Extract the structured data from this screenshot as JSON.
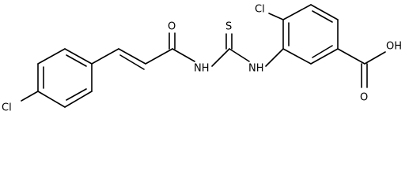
{
  "figure": {
    "type": "chemical-structure",
    "atom_labels": {
      "cl_top": "Cl",
      "carbonyl_o": "O",
      "thio_s": "S",
      "amide_nh": "NH",
      "thio_nh": "NH",
      "cl_left": "Cl",
      "acid_o": "O",
      "acid_oh": "OH"
    },
    "colors": {
      "bond": "#000000",
      "label": "#000000",
      "background": "#ffffff"
    }
  }
}
